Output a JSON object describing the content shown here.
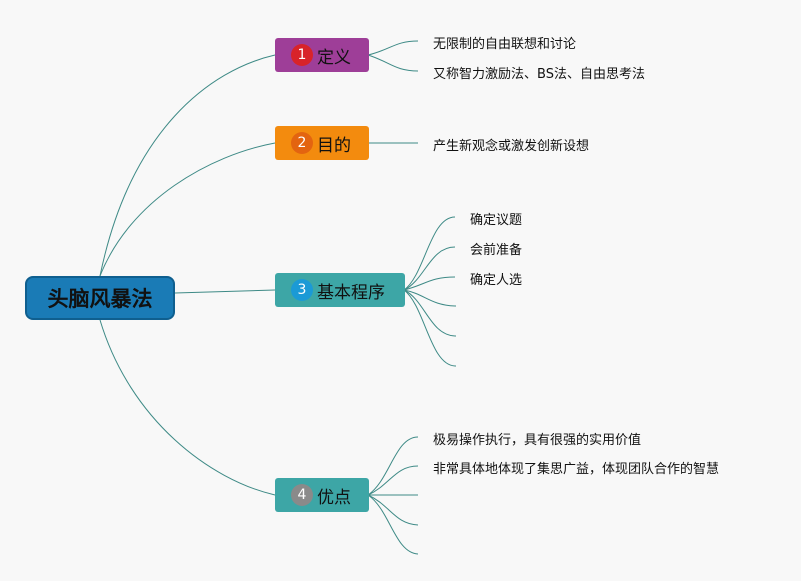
{
  "root": {
    "label": "头脑风暴法",
    "color": "#1a7bb6"
  },
  "branches": [
    {
      "id": "definition",
      "badge": "1",
      "label": "定义",
      "color": "#9e3e98",
      "badge_color": "#d8232a",
      "leaves": [
        "无限制的自由联想和讨论",
        "又称智力激励法、BS法、自由思考法"
      ]
    },
    {
      "id": "purpose",
      "badge": "2",
      "label": "目的",
      "color": "#f38b0e",
      "badge_color": "#e36410",
      "leaves": [
        "产生新观念或激发创新设想"
      ]
    },
    {
      "id": "procedure",
      "badge": "3",
      "label": "基本程序",
      "color": "#3da6a6",
      "badge_color": "#1b9ad6",
      "leaves": [
        "确定议题",
        "会前准备",
        "确定人选",
        "",
        "",
        ""
      ]
    },
    {
      "id": "advantages",
      "badge": "4",
      "label": "优点",
      "color": "#3da6a6",
      "badge_color": "#8a8a8a",
      "leaves": [
        "极易操作执行，具有很强的实用价值",
        "非常具体地体现了集思广益，体现团队合作的智慧",
        "",
        "",
        ""
      ]
    }
  ],
  "colors": {
    "connector": "#3e8a86",
    "background": "#f8f8f8"
  }
}
